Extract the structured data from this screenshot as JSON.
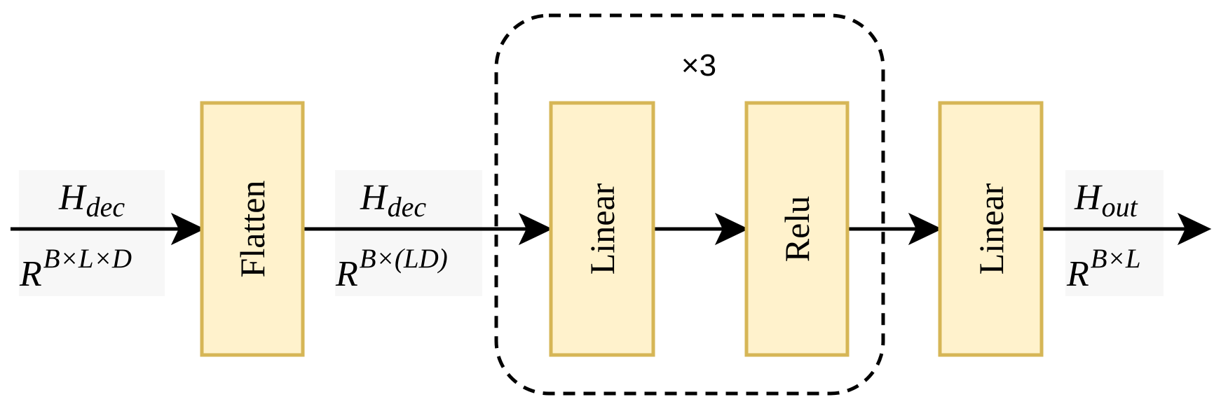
{
  "repeat_group": {
    "label": "×3"
  },
  "blocks": [
    {
      "id": "flatten",
      "label": "Flatten"
    },
    {
      "id": "linear-1",
      "label": "Linear"
    },
    {
      "id": "relu",
      "label": "Relu"
    },
    {
      "id": "linear-2",
      "label": "Linear"
    }
  ],
  "edge_labels": {
    "input": {
      "symbol": "H",
      "subscript": "dec",
      "space": "R",
      "shape": "B×L×D"
    },
    "flattened": {
      "symbol": "H",
      "subscript": "dec",
      "space": "R",
      "shape": "B×(LD)"
    },
    "output": {
      "symbol": "H",
      "subscript": "out",
      "space": "R",
      "shape": "B×L"
    }
  },
  "colors": {
    "block_fill": "#fff2cc",
    "block_border": "#d6b656",
    "label_background": "#f7f7f7",
    "line": "#000000"
  }
}
